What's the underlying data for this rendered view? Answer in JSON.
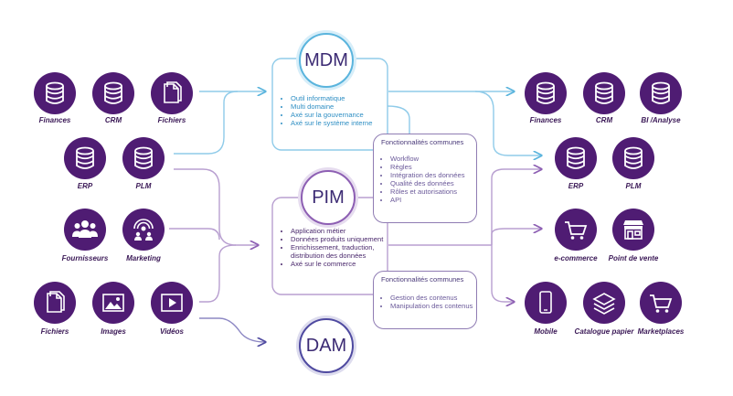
{
  "colors": {
    "node": "#4f1c73",
    "mdm": "#5ab4dd",
    "pim": "#8d5fb3",
    "dam": "#4f4aa0",
    "text": "#3a1856"
  },
  "hubs": {
    "mdm": "MDM",
    "pim": "PIM",
    "dam": "DAM"
  },
  "mdm_items": [
    "Outil informatique",
    "Multi domaine",
    "Axé sur la gouvernance",
    "Axé sur le système interne"
  ],
  "pim_items": [
    "Application métier",
    "Données produits uniquement",
    "Enrichissement, traduction, distribution des données",
    "Axé sur le commerce"
  ],
  "common_features_1": {
    "title": "Fonctionnalités communes",
    "items": [
      "Workflow",
      "Règles",
      "Intégration des données",
      "Qualité des données",
      "Rôles et autorisations",
      "API"
    ]
  },
  "common_features_2": {
    "title": "Fonctionnalités communes",
    "items": [
      "Gestion des contenus",
      "Manipulation des contenus"
    ]
  },
  "sources": {
    "finances": {
      "label": "Finances",
      "icon": "database-icon"
    },
    "crm": {
      "label": "CRM",
      "icon": "database-icon"
    },
    "fichiers": {
      "label": "Fichiers",
      "icon": "documents-icon"
    },
    "erp": {
      "label": "ERP",
      "icon": "database-icon"
    },
    "plm": {
      "label": "PLM",
      "icon": "database-icon"
    },
    "fournisseurs": {
      "label": "Fournisseurs",
      "icon": "people-icon"
    },
    "marketing": {
      "label": "Marketing",
      "icon": "broadcast-person-icon"
    },
    "fichiers2": {
      "label": "Fichiers",
      "icon": "documents-icon"
    },
    "images": {
      "label": "Images",
      "icon": "image-icon"
    },
    "videos": {
      "label": "Vidéos",
      "icon": "video-play-icon"
    }
  },
  "targets": {
    "finances": {
      "label": "Finances",
      "icon": "database-icon"
    },
    "crm": {
      "label": "CRM",
      "icon": "database-icon"
    },
    "bi": {
      "label": "BI /Analyse",
      "icon": "database-icon"
    },
    "erp": {
      "label": "ERP",
      "icon": "database-icon"
    },
    "plm": {
      "label": "PLM",
      "icon": "database-icon"
    },
    "ecommerce": {
      "label": "e-commerce",
      "icon": "cart-icon"
    },
    "pos": {
      "label": "Point de vente",
      "icon": "storefront-icon"
    },
    "mobile": {
      "label": "Mobile",
      "icon": "mobile-phone-icon"
    },
    "catalogue": {
      "label": "Catalogue papier",
      "icon": "layers-icon"
    },
    "marketplaces": {
      "label": "Marketplaces",
      "icon": "cart-icon"
    }
  }
}
